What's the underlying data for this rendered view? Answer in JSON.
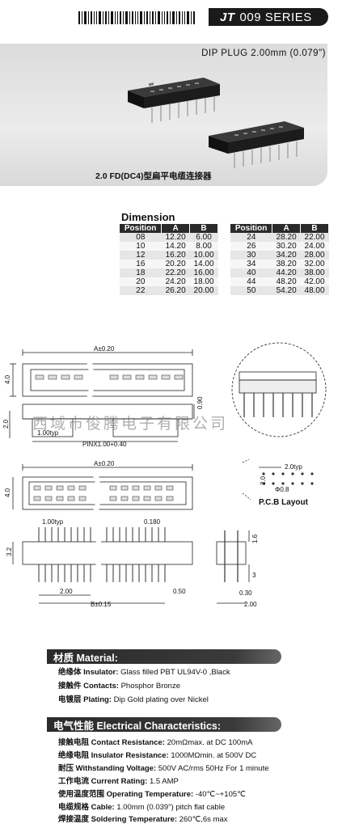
{
  "header": {
    "series_brand": "JT",
    "series_name": "009 SERIES"
  },
  "product": {
    "type_label": "DIP PLUG  2.00mm (0.079\")",
    "cn_name": "2.0 FD(DC4)型扁平电缆连接器"
  },
  "dimension": {
    "title": "Dimension",
    "columns": [
      "Position",
      "A",
      "B"
    ],
    "left_rows": [
      [
        "08",
        "12.20",
        "6.00"
      ],
      [
        "10",
        "14.20",
        "8.00"
      ],
      [
        "12",
        "16.20",
        "10.00"
      ],
      [
        "16",
        "20.20",
        "14.00"
      ],
      [
        "18",
        "22.20",
        "16.00"
      ],
      [
        "20",
        "24.20",
        "18.00"
      ],
      [
        "22",
        "26.20",
        "20.00"
      ]
    ],
    "right_rows": [
      [
        "24",
        "28.20",
        "22.00"
      ],
      [
        "26",
        "30.20",
        "24.00"
      ],
      [
        "30",
        "34.20",
        "28.00"
      ],
      [
        "34",
        "38.20",
        "32.00"
      ],
      [
        "40",
        "44.20",
        "38.00"
      ],
      [
        "44",
        "48.20",
        "42.00"
      ],
      [
        "50",
        "54.20",
        "48.00"
      ]
    ]
  },
  "drawing": {
    "top_a": "A±0.20",
    "top_h": "4.0",
    "side_h": "2.0",
    "side_t": "0.90",
    "side_pitch": "1.00typ",
    "side_pin": "PINX1.00+0.40",
    "front_a": "A±0.20",
    "front_h": "4.0",
    "pin_pitch": "1.00typ",
    "pin_w": "0.180",
    "pin_h": "3.2",
    "pin_row": "2.00",
    "pin_b": "B±0.15",
    "pin_end": "0.50",
    "end_h": "1.6",
    "end_tail": "3",
    "end_w1": "0.30",
    "end_w2": "2.00",
    "pcb_typ": "2.0typ",
    "pcb_v": "2.0",
    "pcb_hole": "Φ0.8",
    "pcb_label": "P.C.B Layout",
    "watermark": "西域市俊腾电子有限公司"
  },
  "material": {
    "heading": "材质 Material:",
    "items": [
      {
        "label": "绝缘体 Insulator: ",
        "value": "Glass filled PBT UL94V-0 ,Black"
      },
      {
        "label": "接触件 Contacts: ",
        "value": "Phosphor Bronze"
      },
      {
        "label": "电镀层 Plating: ",
        "value": "Dip Gold plating over Nickel"
      }
    ]
  },
  "electrical": {
    "heading": "电气性能 Electrical Characteristics:",
    "items": [
      {
        "label": "接触电阻 Contact Resistance: ",
        "value": "20mΩmax. at DC 100mA"
      },
      {
        "label": "绝缘电阻 Insulator Resistance: ",
        "value": "1000MΩmin. at 500V DC"
      },
      {
        "label": "耐压 Withstanding Voltage: ",
        "value": "500V AC/rms 50Hz For 1 minute"
      },
      {
        "label": "工作电流 Current Rating: ",
        "value": "1.5 AMP"
      },
      {
        "label": "使用温度范围 Operating Temperature: ",
        "value": "-40℃~+105℃"
      },
      {
        "label": "电缆规格 Cable: ",
        "value": "1.00mm (0.039\") pitch flat cable"
      },
      {
        "label": "焊接温度 Soldering Temperature: ",
        "value": "260℃,6s max"
      }
    ]
  }
}
